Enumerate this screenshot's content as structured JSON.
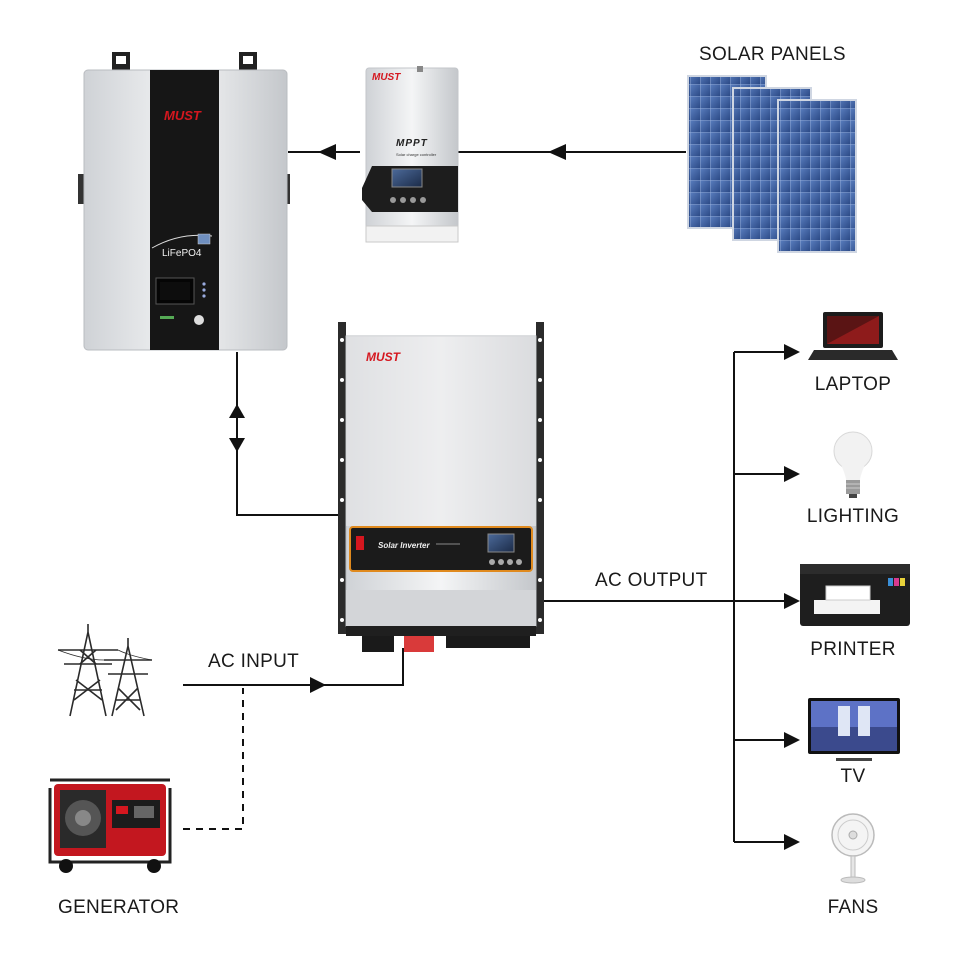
{
  "diagram": {
    "labels": {
      "solar_panels": "SOLAR PANELS",
      "ac_input": "AC INPUT",
      "ac_output": "AC OUTPUT",
      "generator": "GENERATOR"
    },
    "loads": [
      {
        "label": "LAPTOP",
        "icon": "laptop-icon"
      },
      {
        "label": "LIGHTING",
        "icon": "light-bulb-icon"
      },
      {
        "label": "PRINTER",
        "icon": "printer-icon"
      },
      {
        "label": "TV",
        "icon": "tv-icon"
      },
      {
        "label": "FANS",
        "icon": "fan-icon"
      }
    ],
    "devices": {
      "battery": {
        "brand": "MUST",
        "model": "LiFePO4"
      },
      "controller": {
        "brand": "MUST",
        "title": "MPPT",
        "subtitle": "Solar charge controller"
      },
      "inverter": {
        "brand": "MUST",
        "title": "Solar Inverter"
      }
    },
    "colors": {
      "brand_red": "#d5171f",
      "accent_orange": "#e08a1e",
      "line": "#111111",
      "panel_blue": "#3a5fa0"
    }
  }
}
